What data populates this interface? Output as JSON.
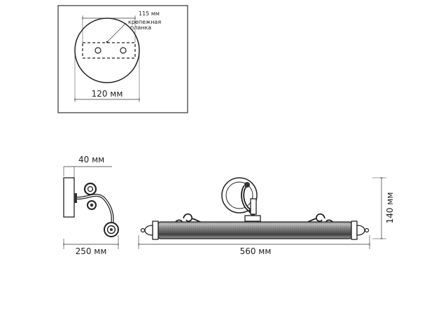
{
  "mounting_plate": {
    "bracket_width_label": "115 мм",
    "bracket_label_line1": "крепежная",
    "bracket_label_line2": "планка",
    "plate_diameter_label": "120 мм"
  },
  "side_view": {
    "depth_label": "40 мм",
    "projection_label": "250 мм"
  },
  "front_view": {
    "width_label": "560 мм",
    "height_label": "140 мм"
  }
}
